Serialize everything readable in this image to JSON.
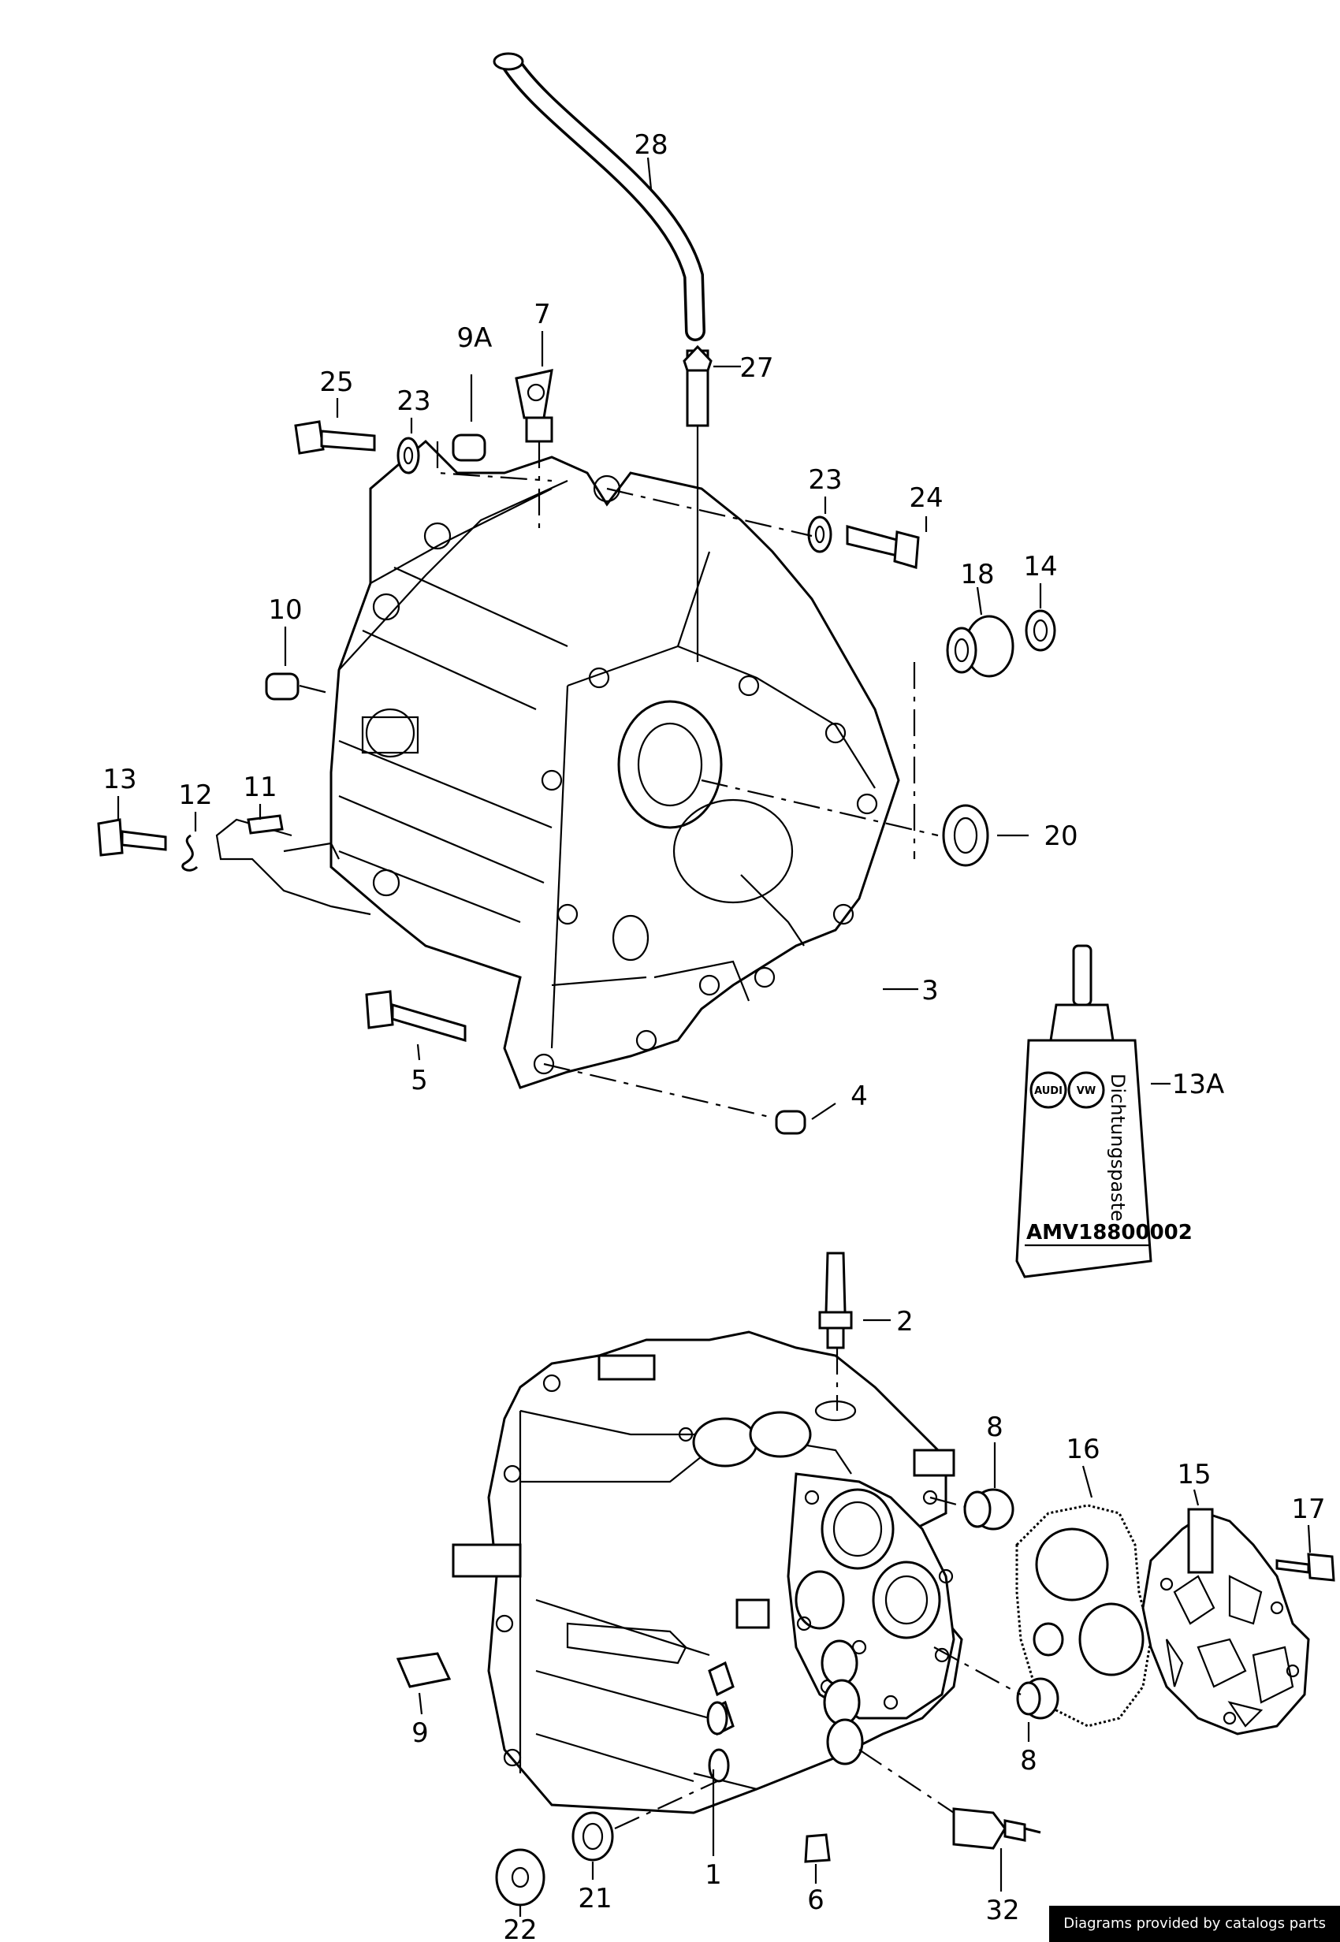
{
  "labels": {
    "l28": "28",
    "l27": "27",
    "l7": "7",
    "l9A": "9A",
    "l25": "25",
    "l23a": "23",
    "l23b": "23",
    "l24": "24",
    "l18": "18",
    "l14": "14",
    "l10": "10",
    "l13": "13",
    "l12": "12",
    "l11": "11",
    "l20": "20",
    "l3": "3",
    "l5": "5",
    "l4": "4",
    "l13A": "13A",
    "l2": "2",
    "l8a": "8",
    "l16": "16",
    "l15": "15",
    "l17": "17",
    "l9": "9",
    "l8b": "8",
    "l1": "1",
    "l6": "6",
    "l21": "21",
    "l22": "22",
    "l32": "32"
  },
  "tube": {
    "text": "Dichtungspaste",
    "code": "AMV18800002",
    "logo_left": "AUDI",
    "logo_right": "VW"
  },
  "credit": "Diagrams provided by catalogs parts"
}
